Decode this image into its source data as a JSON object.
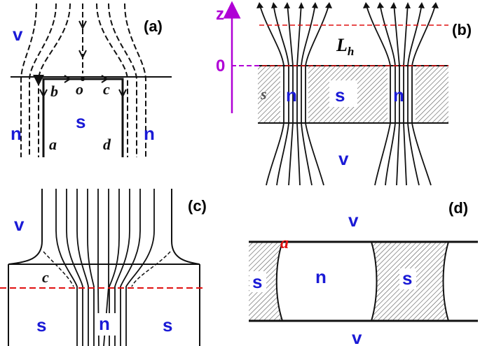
{
  "colors": {
    "region_label": "#1a1ad6",
    "axis": "#b000d6",
    "dashed_red": "#e01010",
    "ink": "#111111",
    "panel_label": "#000000",
    "fill_hatch": "#555555"
  },
  "panel_a": {
    "tag": "(a)",
    "v": "v",
    "s": "s",
    "n_left": "n",
    "n_right": "n",
    "pt_a": "a",
    "pt_b": "b",
    "pt_o": "o",
    "pt_c": "c",
    "pt_d": "d"
  },
  "panel_b": {
    "tag": "(b)",
    "z": "z",
    "zero": "0",
    "lh_main": "L",
    "lh_sub": "h",
    "s_left": "s",
    "n1": "n",
    "s_mid": "s",
    "n2": "n",
    "v": "v"
  },
  "panel_c": {
    "tag": "(c)",
    "v": "v",
    "c": "c",
    "s_left": "s",
    "n": "n",
    "s_right": "s"
  },
  "panel_d": {
    "tag": "(d)",
    "v_top": "v",
    "v_bottom": "v",
    "a": "a",
    "s_left": "s",
    "n": "n",
    "s_right": "s"
  }
}
